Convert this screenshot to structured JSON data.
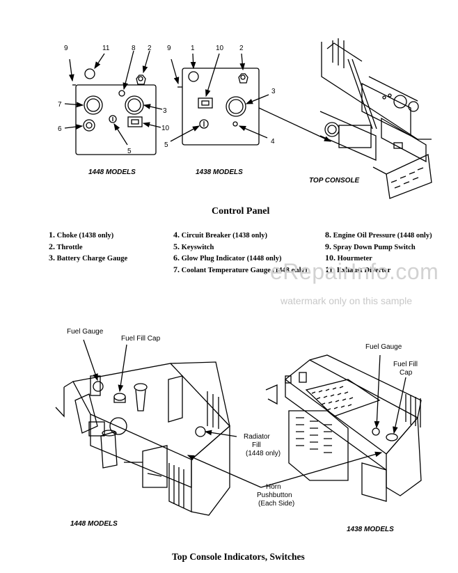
{
  "top_figures": {
    "caption_1448": "1448 MODELS",
    "caption_1438": "1438 MODELS",
    "caption_top_console": "TOP CONSOLE",
    "callouts_1448": [
      "9",
      "11",
      "8",
      "2",
      "7",
      "3",
      "6",
      "10",
      "5"
    ],
    "callouts_1438": [
      "9",
      "1",
      "10",
      "2",
      "3",
      "5",
      "4"
    ]
  },
  "section_title_1": "Control Panel",
  "legend": {
    "col1": [
      {
        "num": "1.",
        "text": "Choke (1438 only)"
      },
      {
        "num": "2.",
        "text": "Throttle"
      },
      {
        "num": "3.",
        "text": "Battery Charge Gauge"
      }
    ],
    "col2": [
      {
        "num": "4.",
        "text": "Circuit Breaker (1438 only)"
      },
      {
        "num": "5.",
        "text": "Keyswitch"
      },
      {
        "num": "6.",
        "text": "Glow Plug Indicator (1448 only)"
      },
      {
        "num": "7.",
        "text": "Coolant Temperature Gauge (1448 only)"
      }
    ],
    "col3": [
      {
        "num": "8.",
        "text": "Engine Oil Pressure (1448 only)"
      },
      {
        "num": "9.",
        "text": "Spray Down Pump Switch"
      },
      {
        "num": "10.",
        "text": "Hourmeter"
      },
      {
        "num": "11.",
        "text": "Exhaust Diverter"
      }
    ]
  },
  "watermark": {
    "line1": "eRepairInfo.com",
    "line2": "watermark only on this sample"
  },
  "bottom_figures": {
    "left_labels": {
      "fuel_gauge": "Fuel Gauge",
      "fuel_fill_cap": "Fuel Fill Cap"
    },
    "middle_labels": {
      "radiator_1": "Radiator",
      "radiator_2": "Fill",
      "radiator_3": "(1448 only)",
      "horn_1": "Horn",
      "horn_2": "Pushbutton",
      "horn_3": "(Each Side)"
    },
    "right_labels": {
      "fuel_gauge": "Fuel Gauge",
      "fuel_fill_1": "Fuel Fill",
      "fuel_fill_2": "Cap"
    },
    "caption_1448": "1448 MODELS",
    "caption_1438": "1438 MODELS"
  },
  "section_title_2": "Top Console Indicators, Switches"
}
